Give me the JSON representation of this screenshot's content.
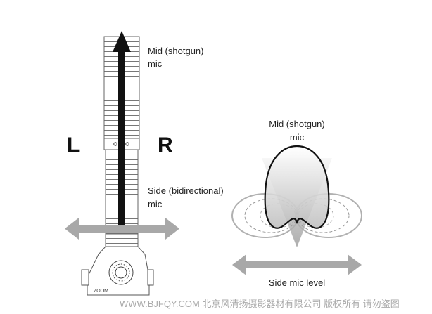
{
  "left_diagram": {
    "mid_label_line1": "Mid (shotgun)",
    "mid_label_line2": "mic",
    "left_channel": "L",
    "right_channel": "R",
    "side_label_line1": "Side (bidirectional)",
    "side_label_line2": "mic",
    "brand": "ZOOM"
  },
  "right_diagram": {
    "mid_label_line1": "Mid (shotgun)",
    "mid_label_line2": "mic",
    "side_level_label": "Side mic level"
  },
  "watermark": "WWW.BJFQY.COM 北京风清扬摄影器材有限公司 版权所有 请勿盗图",
  "colors": {
    "arrow_gray": "#a8a8a8",
    "arrow_black": "#111111",
    "lobe_gray": "#b0b0b0"
  }
}
